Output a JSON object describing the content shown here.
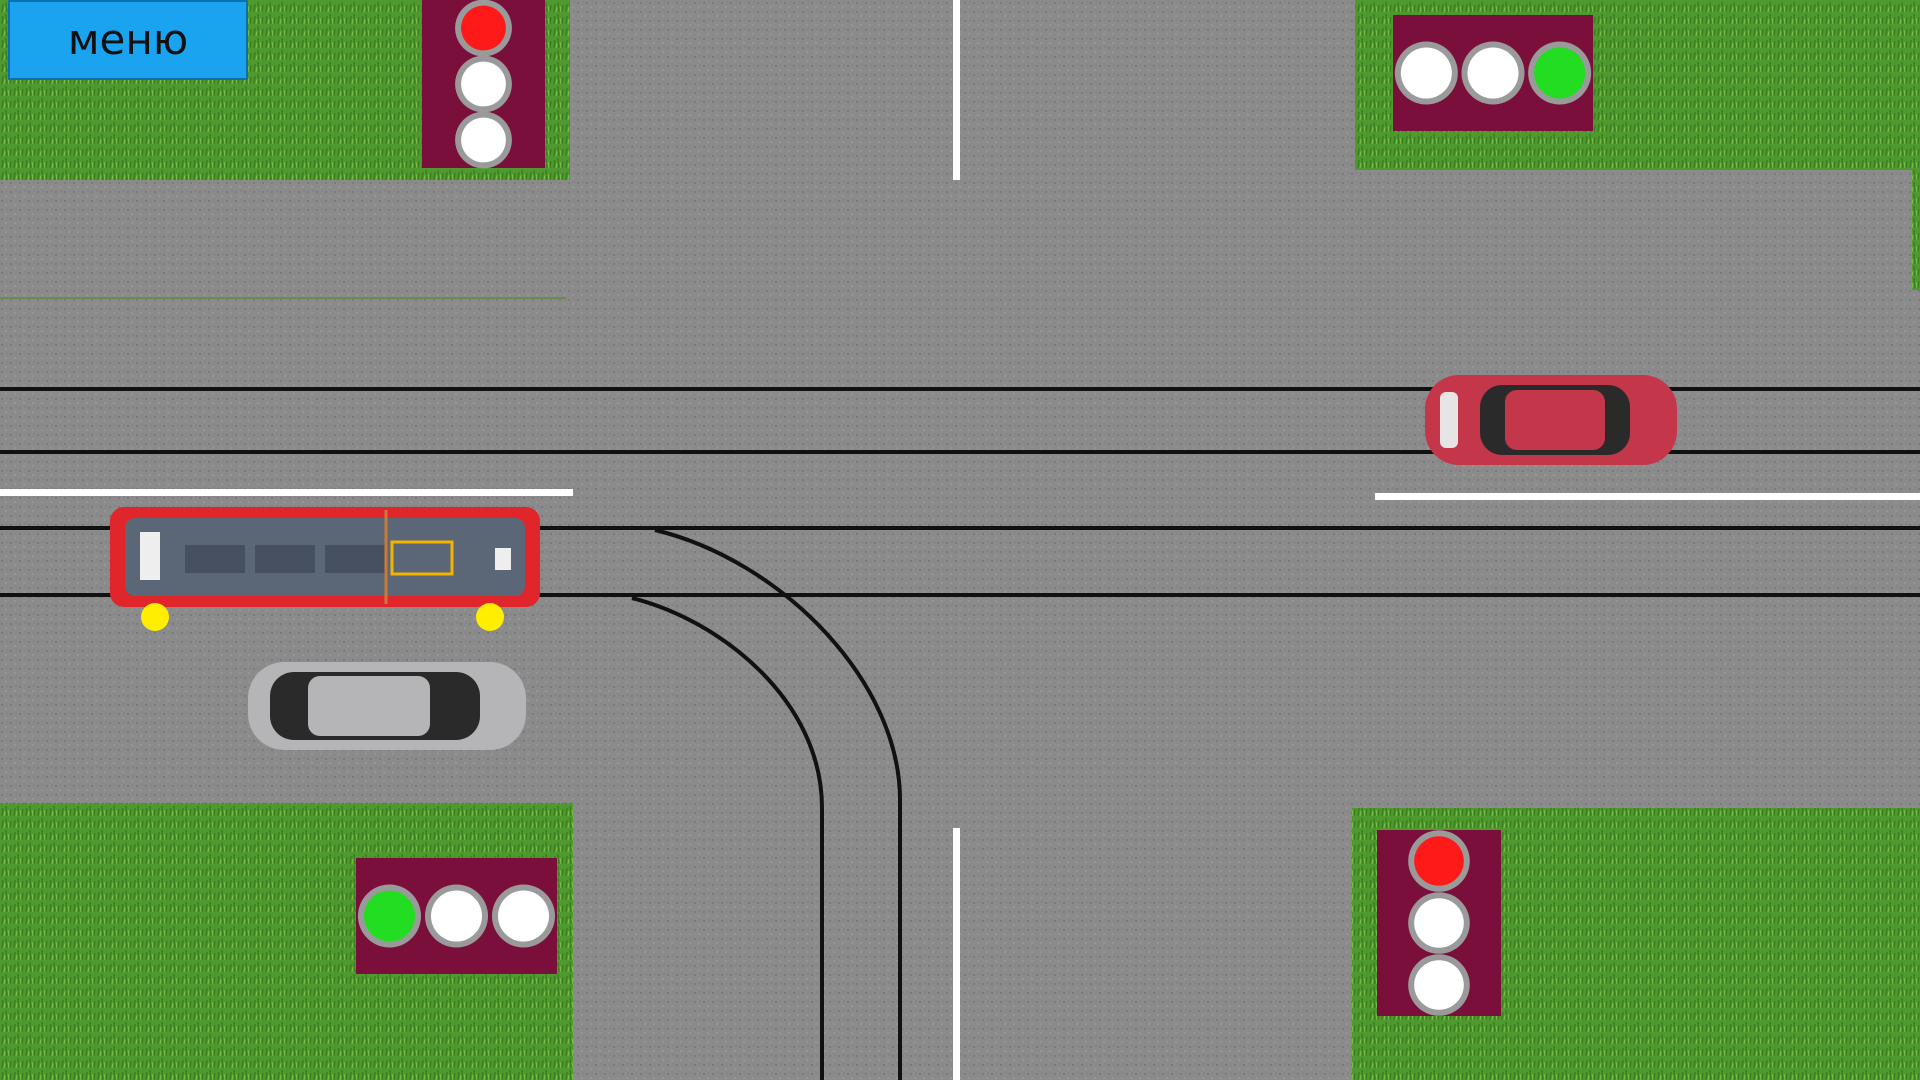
{
  "menu": {
    "label": "меню"
  },
  "colors": {
    "grass": "#4f9a2f",
    "grass_dark": "#3a7d20",
    "asphalt": "#8b8b8b",
    "asphalt_dark": "#7a7a7a",
    "lane_marking": "#ffffff",
    "tram_rail": "#111111",
    "signal_housing": "#7a0f3c",
    "signal_red": "#ff1a1a",
    "signal_green": "#22dd22",
    "signal_off": "#ffffff",
    "tram_body": "#e0252b",
    "tram_roof": "#5b6677",
    "car_red": "#c4364a",
    "car_silver": "#b5b5b8"
  },
  "traffic_lights": [
    {
      "name": "traffic-light-north-west",
      "orientation": "vertical",
      "lamps": [
        "red",
        "off",
        "off"
      ]
    },
    {
      "name": "traffic-light-north-east",
      "orientation": "horizontal",
      "lamps": [
        "off",
        "off",
        "green"
      ]
    },
    {
      "name": "traffic-light-south-west",
      "orientation": "horizontal",
      "lamps": [
        "green",
        "off",
        "off"
      ]
    },
    {
      "name": "traffic-light-south-east",
      "orientation": "vertical",
      "lamps": [
        "red",
        "off",
        "off"
      ]
    }
  ],
  "vehicles": [
    {
      "name": "tram",
      "type": "tram",
      "color": "#e0252b"
    },
    {
      "name": "red-car",
      "type": "car",
      "color": "#c4364a"
    },
    {
      "name": "silver-car",
      "type": "car",
      "color": "#b5b5b8"
    }
  ]
}
